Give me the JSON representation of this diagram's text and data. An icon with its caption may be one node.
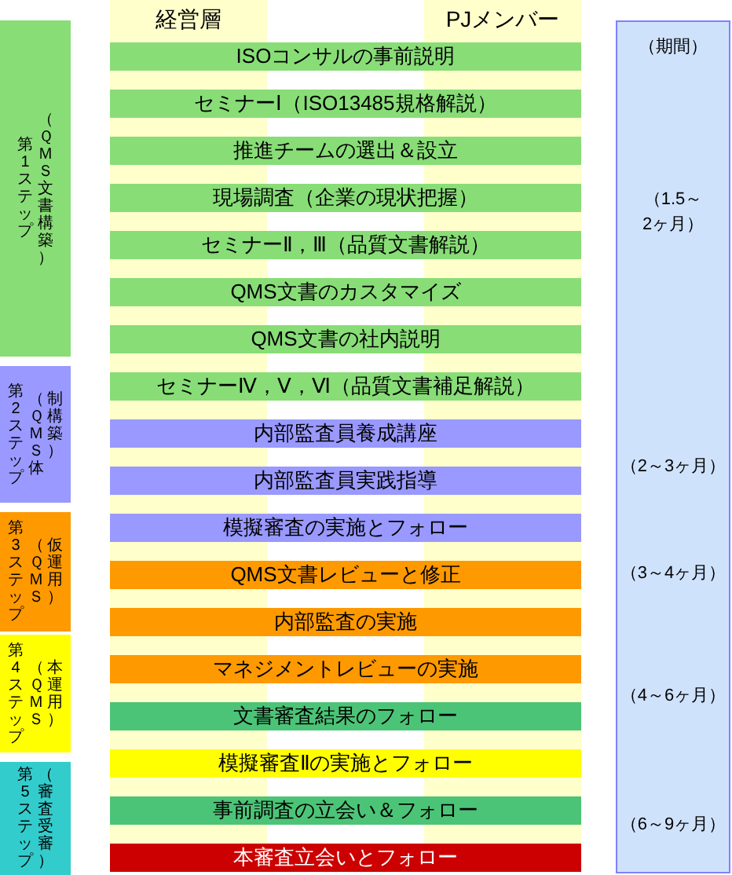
{
  "diagram": {
    "nodes": [
      {
        "text": [
          "経営層"
        ]
      },
      {
        "text": [
          "PJメンバー"
        ]
      },
      {
        "text": [
          "（期間）",
          "（1.5～2ヶ月）",
          "（2～3ヶ月）",
          "（3～4ヶ月）",
          "（4～6ヶ月）",
          "（6～9ヶ月）"
        ]
      },
      {
        "text": [
          "第1ステップ",
          "（ＱＭＳ文書構築）"
        ]
      },
      {
        "text": [
          "第2ステップ",
          "（ＱＭＳ体制構築）"
        ]
      },
      {
        "text": [
          "第3ステップ",
          "（ＱＭＳ仮運用）"
        ]
      },
      {
        "text": [
          "第4ステップ",
          "（ＱＭＳ本運用）"
        ]
      },
      {
        "text": [
          "第5ステップ",
          "（審査受審）"
        ]
      },
      {
        "text": [
          "ISOコンサルの事前説明"
        ]
      },
      {
        "text": [
          "セミナーⅠ（ISO13485規格解説）"
        ]
      },
      {
        "text": [
          "推進チームの選出＆設立"
        ]
      },
      {
        "text": [
          "現場調査（企業の現状把握）"
        ]
      },
      {
        "text": [
          "セミナーⅡ，Ⅲ（品質文書解説）"
        ]
      },
      {
        "text": [
          "QMS文書のカスタマイズ"
        ]
      },
      {
        "text": [
          "QMS文書の社内説明"
        ]
      },
      {
        "text": [
          "セミナーⅣ，Ⅴ，Ⅵ（品質文書補足解説）"
        ]
      },
      {
        "text": [
          "内部監査員養成講座"
        ]
      },
      {
        "text": [
          "内部監査員実践指導"
        ]
      },
      {
        "text": [
          "模擬審査の実施とフォロー"
        ]
      },
      {
        "text": [
          "QMS文書レビューと修正"
        ]
      },
      {
        "text": [
          "内部監査の実施"
        ]
      },
      {
        "text": [
          "マネジメントレビューの実施"
        ]
      },
      {
        "text": [
          "文書審査結果のフォロー"
        ]
      },
      {
        "text": [
          "模擬審査Ⅱの実施とフォロー"
        ]
      },
      {
        "text": [
          "事前調査の立会い＆フォロー"
        ]
      },
      {
        "text": [
          "本審査立会いとフォロー"
        ]
      }
    ]
  }
}
